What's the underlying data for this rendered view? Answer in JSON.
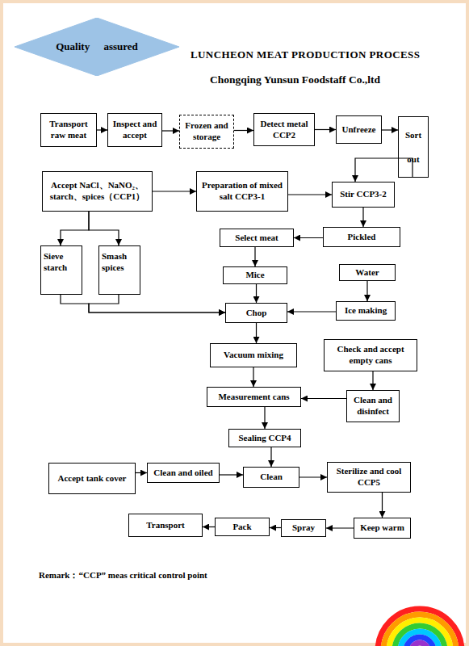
{
  "diagram": {
    "title": "LUNCHEON MEAT PRODUCTION PROCESS",
    "nodes": [
      {
        "text": [
          "Quality assured"
        ]
      },
      {
        "text": [
          "Transport raw meat"
        ]
      },
      {
        "text": [
          "Inspect and accept"
        ]
      },
      {
        "text": [
          "Frozen and storage"
        ]
      },
      {
        "text": [
          "Detect metal CCP2"
        ]
      },
      {
        "text": [
          "Unfreeze"
        ]
      },
      {
        "text": [
          "Sort out"
        ]
      },
      {
        "text": [
          "Accept NaCl、NaNO₂、starch、spices（CCP1）"
        ]
      },
      {
        "text": [
          "Preparation of mixed salt CCP3-1"
        ]
      },
      {
        "text": [
          "Stir CCP3-2"
        ]
      },
      {
        "text": [
          "Pickled"
        ]
      },
      {
        "text": [
          "Select meat"
        ]
      },
      {
        "text": [
          "Sieve starch"
        ]
      },
      {
        "text": [
          "Smash spices"
        ]
      },
      {
        "text": [
          "Mice"
        ]
      },
      {
        "text": [
          "Water"
        ]
      },
      {
        "text": [
          "Chop"
        ]
      },
      {
        "text": [
          "Ice making"
        ]
      },
      {
        "text": [
          "Vacuum mixing"
        ]
      },
      {
        "text": [
          "Check and accept empty cans"
        ]
      },
      {
        "text": [
          "Measurement cans"
        ]
      },
      {
        "text": [
          "Clean and disinfect"
        ]
      },
      {
        "text": [
          "Sealing CCP4"
        ]
      },
      {
        "text": [
          "Accept tank cover"
        ]
      },
      {
        "text": [
          "Clean and oiled"
        ]
      },
      {
        "text": [
          "Clean"
        ]
      },
      {
        "text": [
          "Sterilize and cool CCP5"
        ]
      },
      {
        "text": [
          "Keep warm"
        ]
      },
      {
        "text": [
          "Spray"
        ]
      },
      {
        "text": [
          "Pack"
        ]
      },
      {
        "text": [
          "Transport"
        ]
      }
    ],
    "edges": [
      {
        "from": 1,
        "to": 2,
        "arrow": "to"
      },
      {
        "from": 2,
        "to": 3,
        "arrow": "to"
      },
      {
        "from": 3,
        "to": 4,
        "arrow": "to"
      },
      {
        "from": 4,
        "to": 5,
        "arrow": "to"
      },
      {
        "from": 5,
        "to": 6,
        "arrow": "to"
      },
      {
        "from": 6,
        "to": 9,
        "arrow": "to"
      },
      {
        "from": 7,
        "to": 8,
        "arrow": "to"
      },
      {
        "from": 8,
        "to": 9,
        "arrow": "to"
      },
      {
        "from": 9,
        "to": 10,
        "arrow": "to"
      },
      {
        "from": 10,
        "to": 11,
        "arrow": "to"
      },
      {
        "from": 11,
        "to": 14,
        "arrow": "to"
      },
      {
        "from": 7,
        "to": 12,
        "arrow": "to"
      },
      {
        "from": 7,
        "to": 13,
        "arrow": "to"
      },
      {
        "from": 12,
        "to": 16,
        "arrow": "to"
      },
      {
        "from": 13,
        "to": 16,
        "arrow": "to"
      },
      {
        "from": 14,
        "to": 16,
        "arrow": "to"
      },
      {
        "from": 15,
        "to": 17,
        "arrow": "to"
      },
      {
        "from": 17,
        "to": 16,
        "arrow": "to"
      },
      {
        "from": 16,
        "to": 18,
        "arrow": "to"
      },
      {
        "from": 18,
        "to": 20,
        "arrow": "to"
      },
      {
        "from": 19,
        "to": 21,
        "arrow": "to"
      },
      {
        "from": 21,
        "to": 20,
        "arrow": "to"
      },
      {
        "from": 20,
        "to": 22,
        "arrow": "to"
      },
      {
        "from": 22,
        "to": 25,
        "arrow": "to"
      },
      {
        "from": 23,
        "to": 24,
        "arrow": "to"
      },
      {
        "from": 24,
        "to": 25,
        "arrow": "to"
      },
      {
        "from": 25,
        "to": 26,
        "arrow": "to"
      },
      {
        "from": 26,
        "to": 27,
        "arrow": "to"
      },
      {
        "from": 27,
        "to": 28,
        "arrow": "to"
      },
      {
        "from": 28,
        "to": 29,
        "arrow": "to"
      },
      {
        "from": 29,
        "to": 30,
        "arrow": "to"
      }
    ],
    "labels": [
      "Chongqing Yunsun Foodstaff Co.,ltd",
      "Remark：“CCP” meas critical control point"
    ]
  }
}
